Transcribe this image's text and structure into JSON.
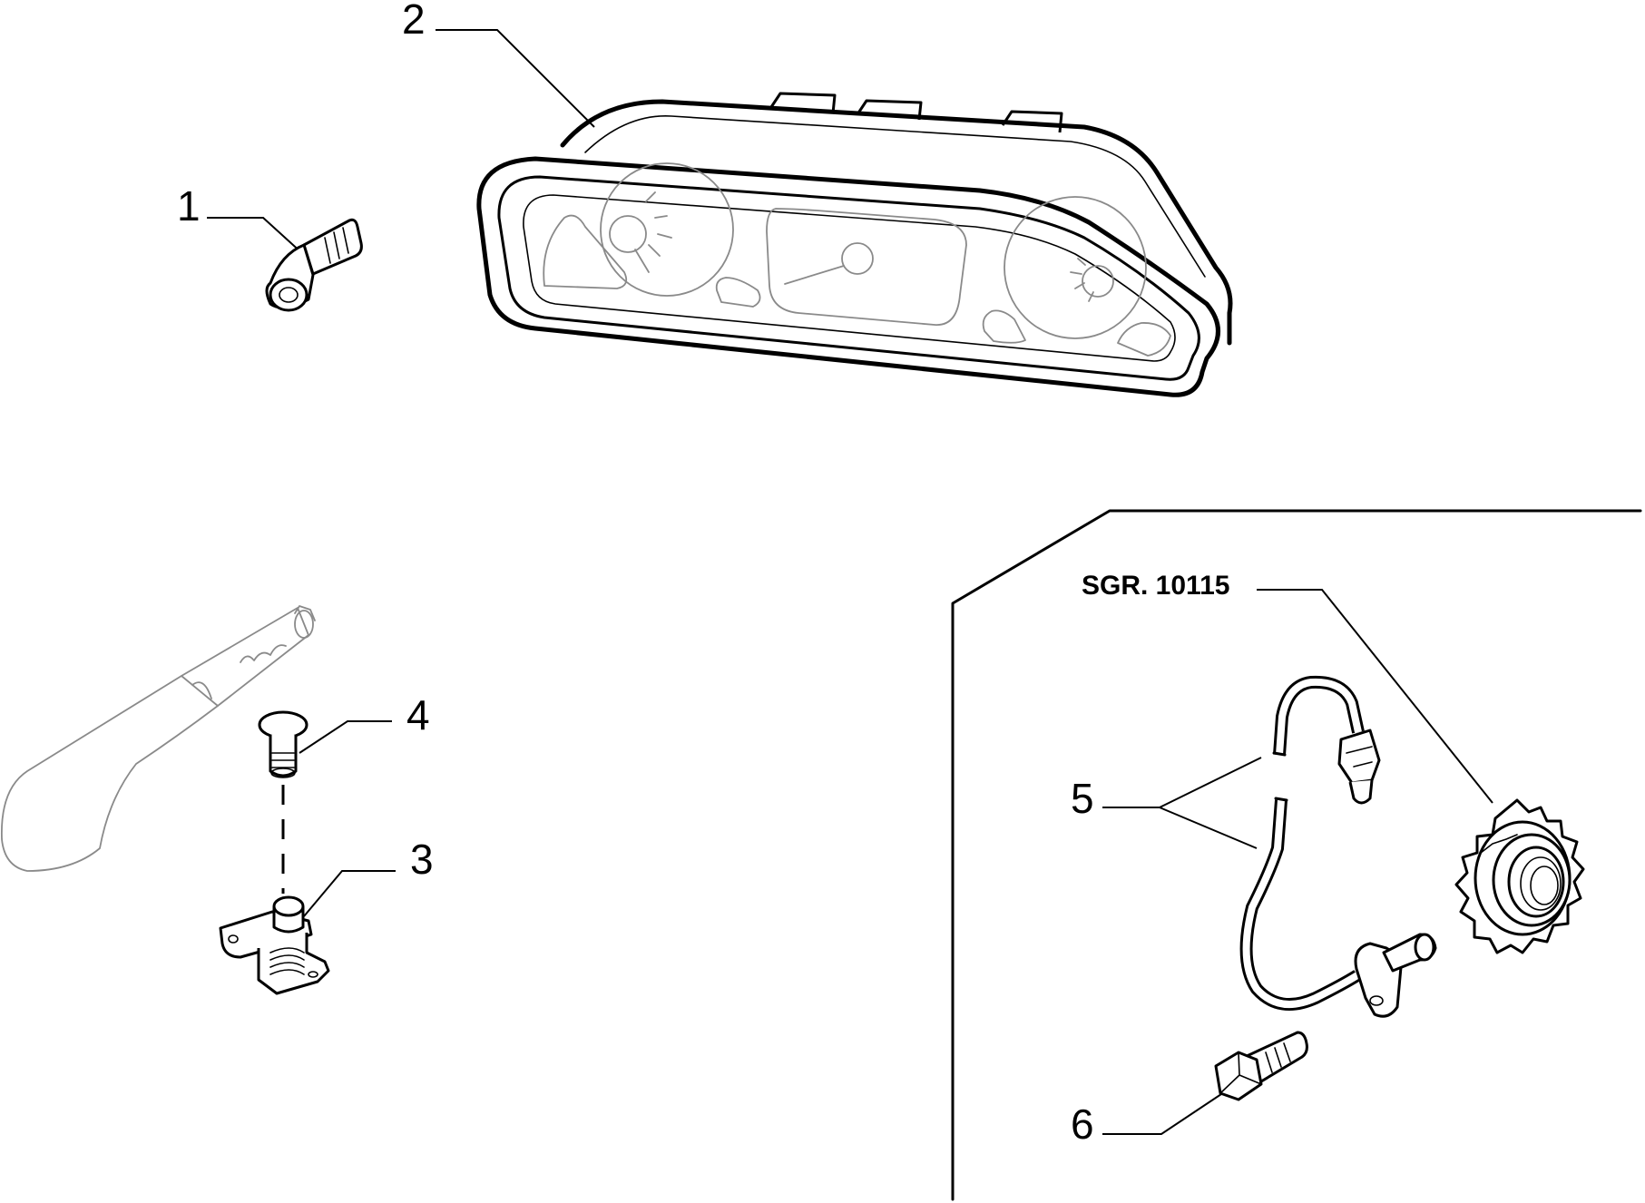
{
  "callouts": {
    "c1": "1",
    "c2": "2",
    "c3": "3",
    "c4": "4",
    "c5": "5",
    "c6": "6",
    "ref": "SGR. 10115"
  }
}
